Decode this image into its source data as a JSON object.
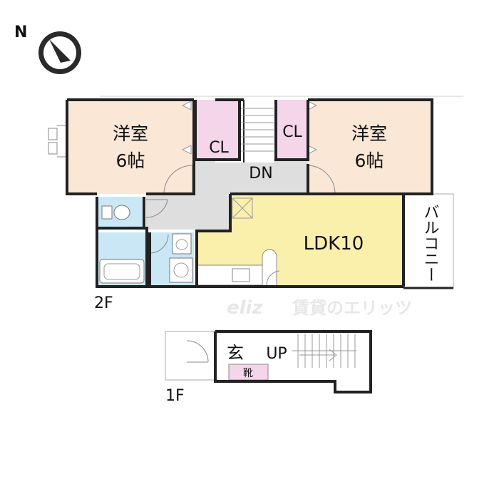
{
  "compass": {
    "north_label": "N"
  },
  "floors": {
    "second": {
      "label": "2F",
      "rooms": {
        "western_left": {
          "name": "洋室",
          "size": "6帖"
        },
        "western_right": {
          "name": "洋室",
          "size": "6帖"
        },
        "closet_left": "CL",
        "closet_right": "CL",
        "stairs_down": "DN",
        "ldk": "LDK10",
        "balcony": "バルコニー"
      }
    },
    "first": {
      "label": "1F",
      "rooms": {
        "entrance": "玄",
        "shoe_box": "靴",
        "stairs_up": "UP"
      }
    }
  },
  "watermark": "賃貸のエリッツ",
  "colors": {
    "western_room": "#fbe7d6",
    "closet": "#f5d5ea",
    "ldk": "#faf0ac",
    "bathroom": "#c9e7f5",
    "hall": "#dedede",
    "wall": "#222222"
  }
}
